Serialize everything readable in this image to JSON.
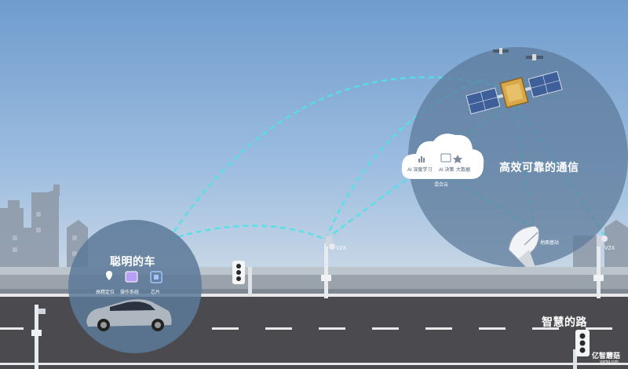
{
  "sections": {
    "smart_car": "聪明的车",
    "efficient_comm": "高效可靠的通信",
    "smart_road": "智慧的路"
  },
  "car_features": [
    {
      "icon": "location-pin-icon",
      "label": "高精定位"
    },
    {
      "icon": "os-screen-icon",
      "label": "操作系统"
    },
    {
      "icon": "chip-icon",
      "label": "芯片"
    }
  ],
  "cloud": {
    "items": [
      {
        "icon": "bar-chart-icon",
        "label": "AI 深度学习"
      },
      {
        "icon": "ai-decision-icon",
        "label": "AI 决策"
      },
      {
        "icon": "star-icon",
        "label": "大数据"
      }
    ],
    "label": "混合云"
  },
  "ground_station": "地面基站",
  "v2x_labels": [
    "V2X",
    "V2X"
  ],
  "watermark": {
    "brand": "亿智蘑菇",
    "url": "yizmg.com"
  },
  "colors": {
    "link": "#4fe3e8",
    "bubble": "#5c7999",
    "road": "#4a4a4f"
  }
}
